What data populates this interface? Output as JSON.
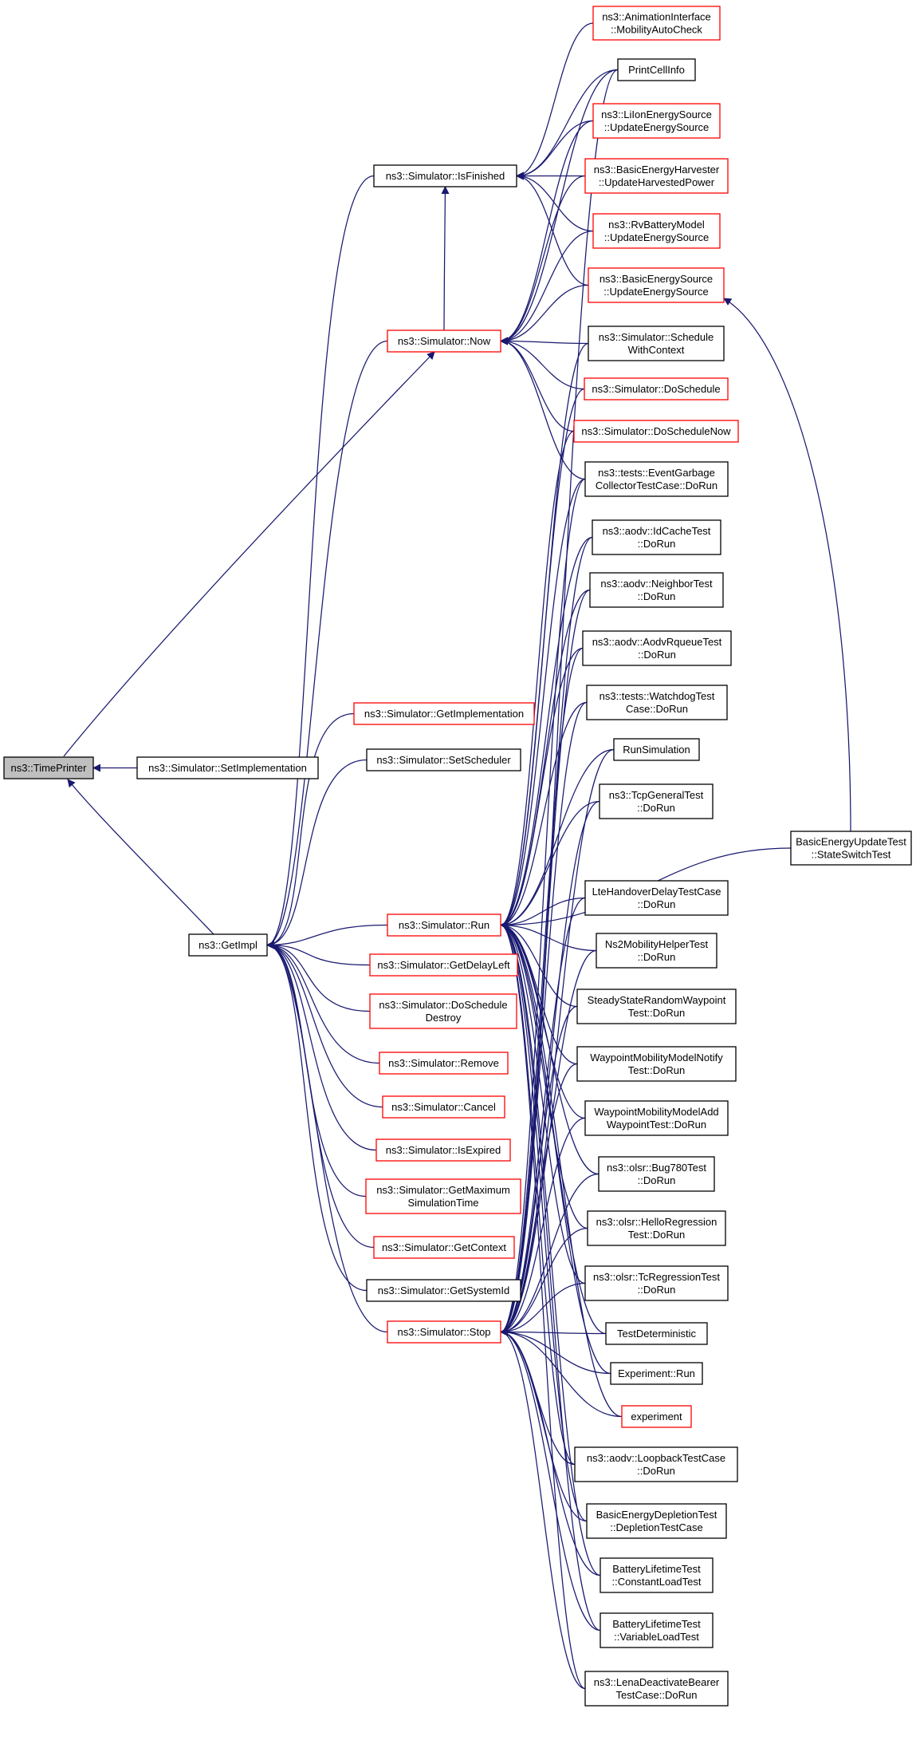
{
  "colors": {
    "edge": "#191970",
    "border_normal": "#000000",
    "border_truncated": "#ff0000",
    "fill_root": "#bfbfbf",
    "fill_normal": "#ffffff"
  },
  "nodes": {
    "timeprinter": {
      "lines": [
        "ns3::TimePrinter"
      ]
    },
    "setimpl": {
      "lines": [
        "ns3::Simulator::SetImplementation"
      ]
    },
    "getimpl": {
      "lines": [
        "ns3::GetImpl"
      ]
    },
    "isfinished": {
      "lines": [
        "ns3::Simulator::IsFinished"
      ]
    },
    "now": {
      "lines": [
        "ns3::Simulator::Now"
      ]
    },
    "getimplementation": {
      "lines": [
        "ns3::Simulator::GetImplementation"
      ]
    },
    "setscheduler": {
      "lines": [
        "ns3::Simulator::SetScheduler"
      ]
    },
    "run": {
      "lines": [
        "ns3::Simulator::Run"
      ]
    },
    "getdelayleft": {
      "lines": [
        "ns3::Simulator::GetDelayLeft"
      ]
    },
    "doscheduledestroy": {
      "lines": [
        "ns3::Simulator::DoSchedule",
        "Destroy"
      ]
    },
    "remove": {
      "lines": [
        "ns3::Simulator::Remove"
      ]
    },
    "cancel": {
      "lines": [
        "ns3::Simulator::Cancel"
      ]
    },
    "isexpired": {
      "lines": [
        "ns3::Simulator::IsExpired"
      ]
    },
    "getmaxsimtime": {
      "lines": [
        "ns3::Simulator::GetMaximum",
        "SimulationTime"
      ]
    },
    "getcontext": {
      "lines": [
        "ns3::Simulator::GetContext"
      ]
    },
    "getsystemid": {
      "lines": [
        "ns3::Simulator::GetSystemId"
      ]
    },
    "stop": {
      "lines": [
        "ns3::Simulator::Stop"
      ]
    },
    "animation": {
      "lines": [
        "ns3::AnimationInterface",
        "::MobilityAutoCheck"
      ]
    },
    "printcellinfo": {
      "lines": [
        "PrintCellInfo"
      ]
    },
    "liion": {
      "lines": [
        "ns3::LiIonEnergySource",
        "::UpdateEnergySource"
      ]
    },
    "harvester": {
      "lines": [
        "ns3::BasicEnergyHarvester",
        "::UpdateHarvestedPower"
      ]
    },
    "rvbattery": {
      "lines": [
        "ns3::RvBatteryModel",
        "::UpdateEnergySource"
      ]
    },
    "basicenergysource": {
      "lines": [
        "ns3::BasicEnergySource",
        "::UpdateEnergySource"
      ]
    },
    "schedulewithcontext": {
      "lines": [
        "ns3::Simulator::Schedule",
        "WithContext"
      ]
    },
    "doschedule": {
      "lines": [
        "ns3::Simulator::DoSchedule"
      ]
    },
    "dosschedulenow": {
      "lines": [
        "ns3::Simulator::DoScheduleNow"
      ]
    },
    "eventgarbage": {
      "lines": [
        "ns3::tests::EventGarbage",
        "CollectorTestCase::DoRun"
      ]
    },
    "idcache": {
      "lines": [
        "ns3::aodv::IdCacheTest",
        "::DoRun"
      ]
    },
    "neighbor": {
      "lines": [
        "ns3::aodv::NeighborTest",
        "::DoRun"
      ]
    },
    "aodvrqueue": {
      "lines": [
        "ns3::aodv::AodvRqueueTest",
        "::DoRun"
      ]
    },
    "watchdog": {
      "lines": [
        "ns3::tests::WatchdogTest",
        "Case::DoRun"
      ]
    },
    "runsimulation": {
      "lines": [
        "RunSimulation"
      ]
    },
    "tcpgeneral": {
      "lines": [
        "ns3::TcpGeneralTest",
        "::DoRun"
      ]
    },
    "basicenergyupdate": {
      "lines": [
        "BasicEnergyUpdateTest",
        "::StateSwitchTest"
      ]
    },
    "ltehandover": {
      "lines": [
        "LteHandoverDelayTestCase",
        "::DoRun"
      ]
    },
    "ns2mobility": {
      "lines": [
        "Ns2MobilityHelperTest",
        "::DoRun"
      ]
    },
    "steadystate": {
      "lines": [
        "SteadyStateRandomWaypoint",
        "Test::DoRun"
      ]
    },
    "waypointnotify": {
      "lines": [
        "WaypointMobilityModelNotify",
        "Test::DoRun"
      ]
    },
    "waypointadd": {
      "lines": [
        "WaypointMobilityModelAdd",
        "WaypointTest::DoRun"
      ]
    },
    "bug780": {
      "lines": [
        "ns3::olsr::Bug780Test",
        "::DoRun"
      ]
    },
    "helloregression": {
      "lines": [
        "ns3::olsr::HelloRegression",
        "Test::DoRun"
      ]
    },
    "tcregression": {
      "lines": [
        "ns3::olsr::TcRegressionTest",
        "::DoRun"
      ]
    },
    "testdeterministic": {
      "lines": [
        "TestDeterministic"
      ]
    },
    "experimentrun": {
      "lines": [
        "Experiment::Run"
      ]
    },
    "experiment": {
      "lines": [
        "experiment"
      ]
    },
    "loopback": {
      "lines": [
        "ns3::aodv::LoopbackTestCase",
        "::DoRun"
      ]
    },
    "depletion": {
      "lines": [
        "BasicEnergyDepletionTest",
        "::DepletionTestCase"
      ]
    },
    "batteryconstant": {
      "lines": [
        "BatteryLifetimeTest",
        "::ConstantLoadTest"
      ]
    },
    "batteryvariable": {
      "lines": [
        "BatteryLifetimeTest",
        "::VariableLoadTest"
      ]
    },
    "lenadeactivate": {
      "lines": [
        "ns3::LenaDeactivateBearer",
        "TestCase::DoRun"
      ]
    }
  }
}
